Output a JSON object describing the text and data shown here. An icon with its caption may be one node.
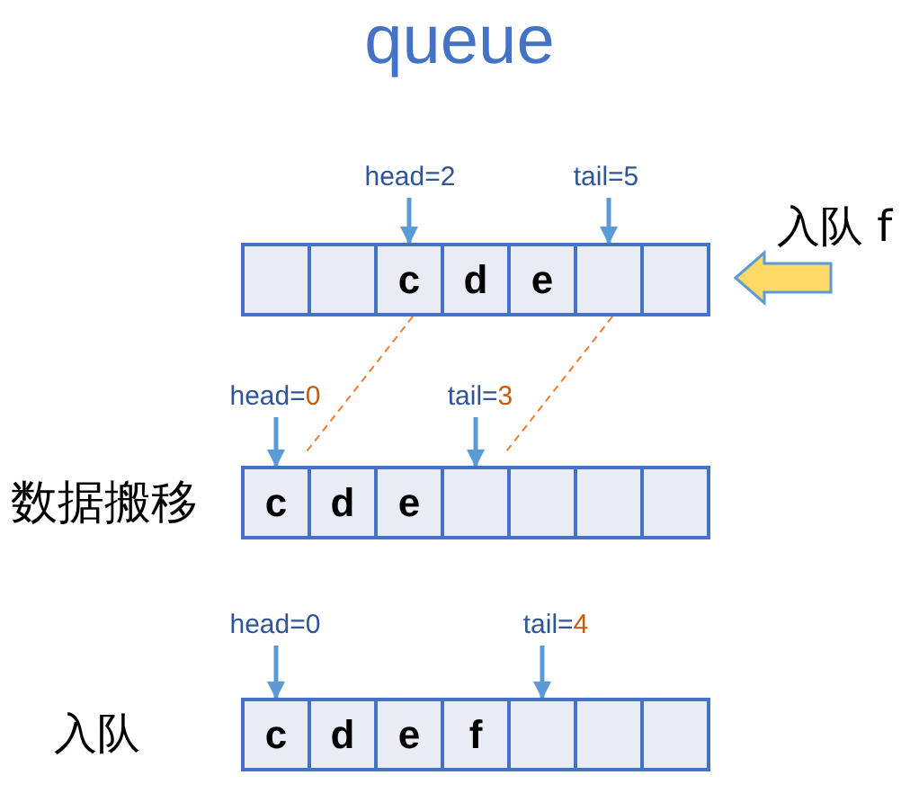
{
  "diagram": {
    "title": "queue",
    "nodes": [
      {
        "text": [
          "head=2"
        ]
      },
      {
        "text": [
          "tail=5"
        ]
      },
      {
        "text": [],
        "shape": "box"
      },
      {
        "text": [],
        "shape": "box"
      },
      {
        "text": [
          "c"
        ]
      },
      {
        "text": [
          "d"
        ]
      },
      {
        "text": [
          "e"
        ]
      },
      {
        "text": [],
        "shape": "box"
      },
      {
        "text": [],
        "shape": "box"
      },
      {
        "text": [
          "head=0"
        ]
      },
      {
        "text": [
          "tail=3"
        ]
      },
      {
        "text": [
          "c"
        ]
      },
      {
        "text": [
          "d"
        ]
      },
      {
        "text": [
          "e"
        ]
      },
      {
        "text": [],
        "shape": "box"
      },
      {
        "text": [],
        "shape": "box"
      },
      {
        "text": [],
        "shape": "box"
      },
      {
        "text": [],
        "shape": "box"
      },
      {
        "text": [
          "head=0"
        ]
      },
      {
        "text": [
          "tail=4"
        ]
      },
      {
        "text": [
          "c"
        ]
      },
      {
        "text": [
          "d"
        ]
      },
      {
        "text": [
          "e"
        ]
      },
      {
        "text": [
          "f"
        ]
      },
      {
        "text": [],
        "shape": "box"
      },
      {
        "text": [],
        "shape": "box"
      },
      {
        "text": [],
        "shape": "box"
      }
    ],
    "edges": [
      {
        "from": 0,
        "to": 4,
        "arrow": "to"
      },
      {
        "from": 1,
        "to": 7,
        "arrow": "to"
      },
      {
        "from": 4,
        "to": 11,
        "arrow": "none",
        "style": "dashed",
        "color": "#ed7d31"
      },
      {
        "from": 7,
        "to": 14,
        "arrow": "none",
        "style": "dashed",
        "color": "#ed7d31"
      },
      {
        "from": 9,
        "to": 11,
        "arrow": "to"
      },
      {
        "from": 10,
        "to": 14,
        "arrow": "to"
      },
      {
        "from": null,
        "to": 8,
        "arrow": "to",
        "style": "thick",
        "color": "#ffd966"
      },
      {
        "from": 18,
        "to": 20,
        "arrow": "to"
      },
      {
        "from": 19,
        "to": 24,
        "arrow": "to"
      }
    ],
    "labels": [
      "入队 f",
      "数据搬移",
      "入队"
    ]
  }
}
